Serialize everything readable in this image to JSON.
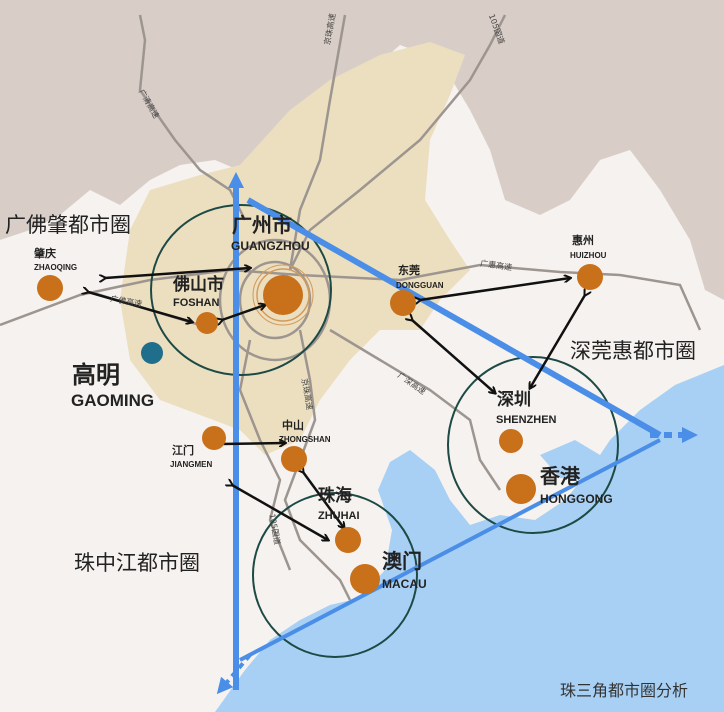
{
  "colors": {
    "hill": "#d9cec7",
    "urban": "#ecdfc0",
    "land": "#f6f2ef",
    "sea": "#a8d0f4",
    "city": "#c8701a",
    "gaoming": "#1f6e8c",
    "axis": "#4a8ee8",
    "ring": "#1d4a45"
  },
  "regions": {
    "guangfozhao": "广佛肇都市圈",
    "shenguanhui": "深莞惠都市圈",
    "zhuzhongjiang": "珠中江都市圈"
  },
  "cities": {
    "guangzhou": {
      "cn": "广州市",
      "en": "GUANGZHOU"
    },
    "foshan": {
      "cn": "佛山市",
      "en": "FOSHAN"
    },
    "zhaoqing": {
      "cn": "肇庆",
      "en": "ZHAOQING"
    },
    "gaoming": {
      "cn": "高明",
      "en": "GAOMING"
    },
    "dongguan": {
      "cn": "东莞",
      "en": "DONGGUAN"
    },
    "huizhou": {
      "cn": "惠州",
      "en": "HUIZHOU"
    },
    "shenzhen": {
      "cn": "深圳",
      "en": "SHENZHEN"
    },
    "hongkong": {
      "cn": "香港",
      "en": "HONGGONG"
    },
    "jiangmen": {
      "cn": "江门",
      "en": "JIANGMEN"
    },
    "zhongshan": {
      "cn": "中山",
      "en": "ZHONGSHAN"
    },
    "zhuhai": {
      "cn": "珠海",
      "en": "ZHUHAI"
    },
    "macau": {
      "cn": "澳门",
      "en": "MACAU"
    }
  },
  "roads": {
    "guangqing": "广清高速",
    "jingzhu_n": "京珠高速",
    "g105_n": "105国道",
    "guanghui": "广惠高速",
    "guangfo": "广佛高速",
    "jingzhu_s": "京珠高速",
    "guangshen": "广深高速",
    "g105_s": "105国道"
  },
  "caption": "珠三角都市圈分析"
}
